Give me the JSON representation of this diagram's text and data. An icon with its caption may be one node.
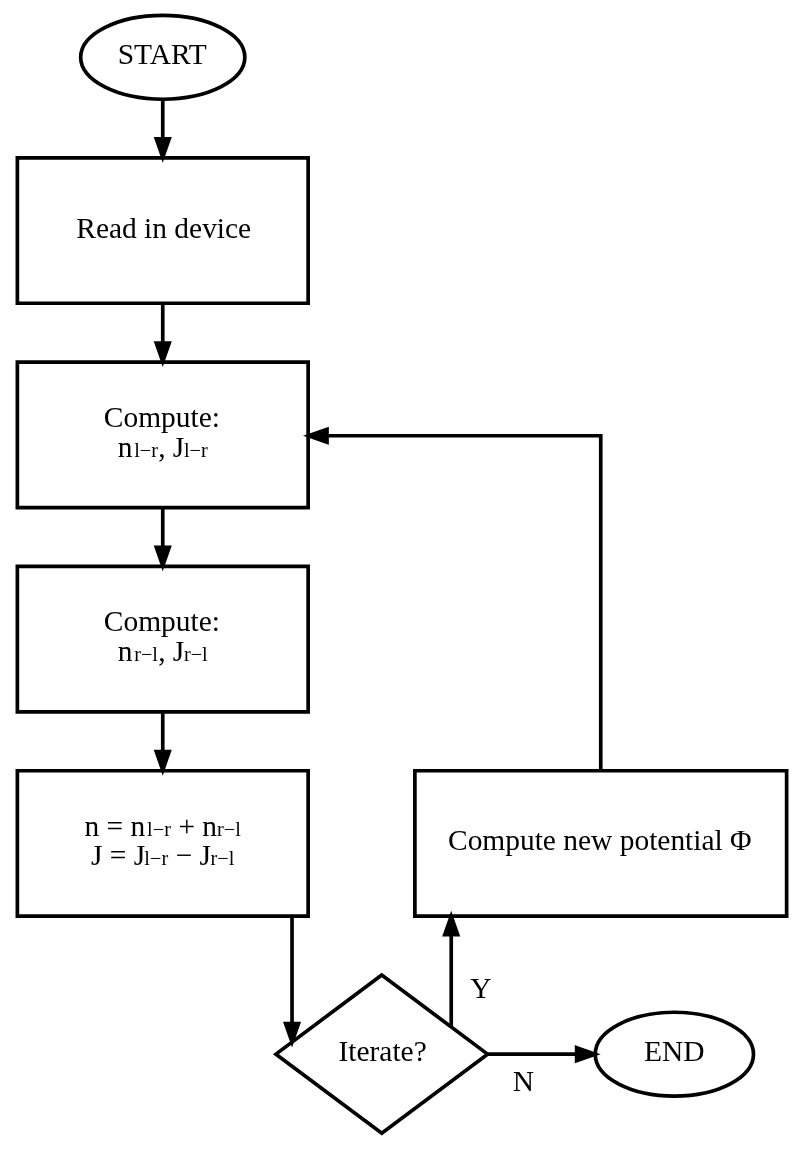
{
  "diagram": {
    "nodes": [
      {
        "text": [
          "START"
        ]
      },
      {
        "text": [
          "Read in device"
        ]
      },
      {
        "text": [
          "Compute:",
          "n$^{l−r}$, J$^{l−r}$"
        ]
      },
      {
        "text": [
          "Compute:",
          "n$^{r−l}$, J$^{r−l}$"
        ]
      },
      {
        "text": [
          "n = n$^{l−r}$ + n$^{r−l}$",
          "J = J$^{l−r}$ − J$^{r−l}$"
        ]
      },
      {
        "text": [
          "Iterate?"
        ]
      },
      {
        "text": [
          "END"
        ]
      },
      {
        "text": [
          "Compute new potential Φ"
        ]
      }
    ],
    "edges": [
      {
        "from": 0,
        "to": 1,
        "arrow": "to"
      },
      {
        "from": 1,
        "to": 2,
        "arrow": "to"
      },
      {
        "from": 2,
        "to": 3,
        "arrow": "to"
      },
      {
        "from": 3,
        "to": 4,
        "arrow": "to"
      },
      {
        "from": 4,
        "to": 5,
        "arrow": "to"
      },
      {
        "from": 5,
        "to": 6,
        "label": "N",
        "arrow": "to"
      },
      {
        "from": 5,
        "to": 7,
        "label": "Y",
        "arrow": "to"
      },
      {
        "from": 7,
        "to": 2,
        "arrow": "to"
      }
    ]
  }
}
